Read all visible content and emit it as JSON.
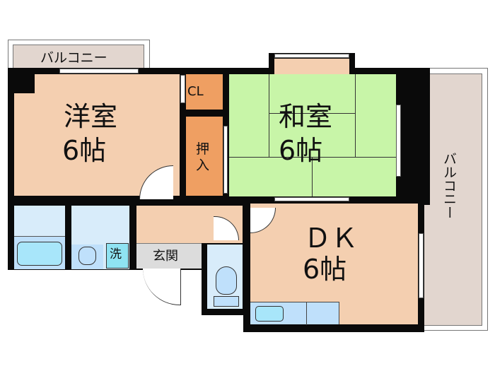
{
  "floorplan": {
    "rooms": {
      "western": {
        "name": "洋室",
        "size": "6帖"
      },
      "japanese": {
        "name": "和室",
        "size": "6帖"
      },
      "dk": {
        "name": "ＤＫ",
        "size": "6帖"
      },
      "closet": {
        "label": "CL"
      },
      "oshiire": {
        "label_top": "押",
        "label_bottom": "入"
      },
      "washer": {
        "label": "洗"
      },
      "entrance": {
        "label": "玄関"
      }
    },
    "balcony_top": {
      "label": "バルコニー"
    },
    "balcony_right": {
      "label": "バルコニー"
    },
    "colors": {
      "western_floor": "#f4cfb0",
      "japanese_floor": "#c8f5a8",
      "closet": "#ef9f62",
      "wet_area": "#d8ecfa",
      "balcony": "#e2d6cf",
      "entrance": "#dcdcdc",
      "wall": "#0a0a0a"
    }
  }
}
